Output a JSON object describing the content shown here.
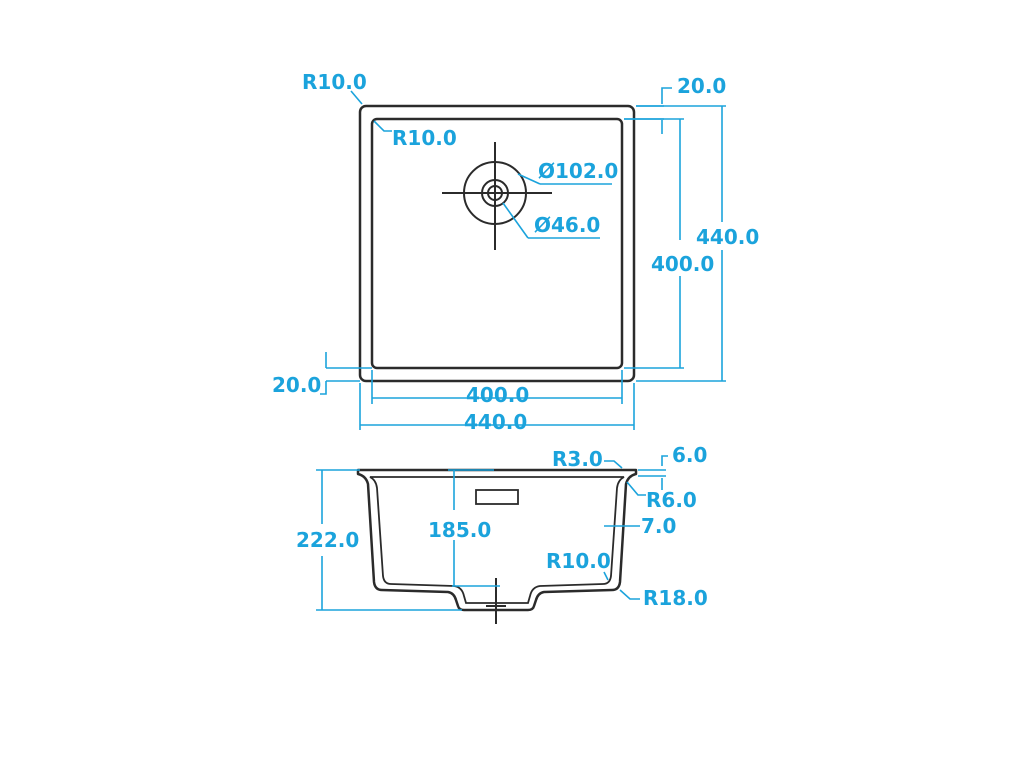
{
  "colors": {
    "outline": "#2b2b2b",
    "dimension": "#1ba3dc"
  },
  "top_view": {
    "corner_outer": "R10.0",
    "corner_inner": "R10.0",
    "rim_top": "20.0",
    "rim_left": "20.0",
    "drain_outer_diameter": "Ø102.0",
    "drain_inner_diameter": "Ø46.0",
    "inner_height": "400.0",
    "outer_height": "440.0",
    "inner_width": "400.0",
    "outer_width": "440.0"
  },
  "side_view": {
    "radius_rim": "R3.0",
    "rim_thickness": "6.0",
    "radius_rim_inner": "R6.0",
    "wall_thickness": "7.0",
    "total_depth": "222.0",
    "inner_depth": "185.0",
    "radius_bottom_inner": "R10.0",
    "radius_bottom_outer": "R18.0"
  }
}
